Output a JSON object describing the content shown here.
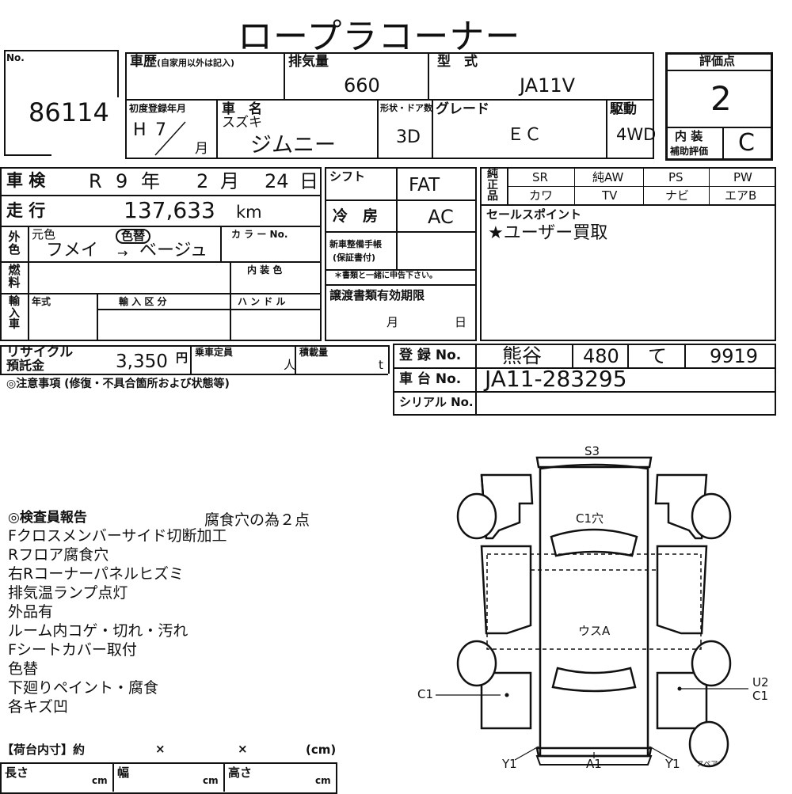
{
  "title": "ロープラコーナー",
  "no": {
    "label": "No.",
    "value": "86114"
  },
  "history": {
    "label": "車歴",
    "note": "(自家用以外は記入)"
  },
  "displacement": {
    "label": "排気量",
    "value": "660"
  },
  "model": {
    "label": "型　式",
    "value": "JA11V"
  },
  "rating": {
    "label": "評価点",
    "value": "2",
    "interior_label": "内 装",
    "sub_label": "補助評価",
    "interior_value": "C"
  },
  "first_reg": {
    "label": "初度登録年月",
    "era": "H",
    "year": "7",
    "month_unit": "月"
  },
  "car_name": {
    "label": "車　名",
    "maker": "スズキ",
    "value": "ジムニー"
  },
  "body_type": {
    "label": "形状・ドア数",
    "value": "3D"
  },
  "grade": {
    "label": "グレード",
    "value": "ＥＣ"
  },
  "drive": {
    "label": "駆動",
    "value": "4WD"
  },
  "shaken": {
    "label": "車 検",
    "era": "R",
    "year": "9",
    "year_unit": "年",
    "month": "2",
    "month_unit": "月",
    "day": "24",
    "day_unit": "日"
  },
  "shift": {
    "label": "シフト",
    "value": "FAT"
  },
  "mileage": {
    "label": "走 行",
    "value": "137,633",
    "unit": "km"
  },
  "ac": {
    "label": "冷　房",
    "value": "AC"
  },
  "color": {
    "label_col": "外色",
    "orig_label": "元色",
    "changed_label": "色替",
    "code_label": "カ ラ ー No.",
    "from": "フメイ",
    "arrow": "→",
    "to": "ベージュ"
  },
  "fuel": {
    "label_col": "燃料",
    "interior_color_label": "内 装 色"
  },
  "manual": {
    "label": "新車整備手帳",
    "sub": "(保証書付)",
    "note": "＊書類と一緒に申告下さい。"
  },
  "import": {
    "label_col": "輸入車",
    "year_label": "年式",
    "type_label": "輸 入 区 分",
    "handle_label": "ハ ン ド ル"
  },
  "transfer": {
    "label": "譲渡書類有効期限",
    "month": "月",
    "day": "日"
  },
  "equipment": {
    "label": "純正品",
    "row1": [
      "SR",
      "純AW",
      "PS",
      "PW"
    ],
    "row2": [
      "カワ",
      "TV",
      "ナビ",
      "エアB"
    ]
  },
  "sales_point": {
    "label": "セールスポイント",
    "value": "★ユーザー買取"
  },
  "recycle": {
    "label1": "リサイクル",
    "label2": "預託金",
    "value": "3,350",
    "unit": "円"
  },
  "capacity": {
    "label": "乗車定員",
    "unit": "人"
  },
  "load": {
    "label": "積載量",
    "unit": "t"
  },
  "registration": {
    "label": "登 録 No.",
    "area": "熊谷",
    "class": "480",
    "kana": "て",
    "number": "9919"
  },
  "chassis": {
    "label": "車 台 No.",
    "value": "JA11-283295"
  },
  "serial": {
    "label": "シリアル No."
  },
  "notes_label": "◎注意事項 (修復・不具合箇所および状態等)",
  "inspector": {
    "label": "◎検査員報告",
    "summary": "腐食穴の為２点",
    "lines": [
      "Fクロスメンバーサイド切断加工",
      "Rフロア腐食穴",
      "右Rコーナーパネルヒズミ",
      "排気温ランプ点灯",
      "外品有",
      "ルーム内コゲ・切れ・汚れ",
      "Fシートカバー取付",
      "色替",
      "下廻りペイント・腐食",
      "各キズ凹"
    ]
  },
  "cargo": {
    "label": "【荷台内寸】約",
    "x1": "×",
    "x2": "×",
    "unit": "(cm)",
    "length": "長さ",
    "width": "幅",
    "height": "高さ",
    "cm": "cm"
  },
  "diagram": {
    "s3": "S3",
    "c1_hole": "C1穴",
    "usu_a": "ウスA",
    "c1_left": "C1",
    "u2": "U2",
    "c1_right": "C1",
    "y1_left": "Y1",
    "a1": "A1",
    "y1_right": "Y1",
    "spare": "スペア"
  }
}
